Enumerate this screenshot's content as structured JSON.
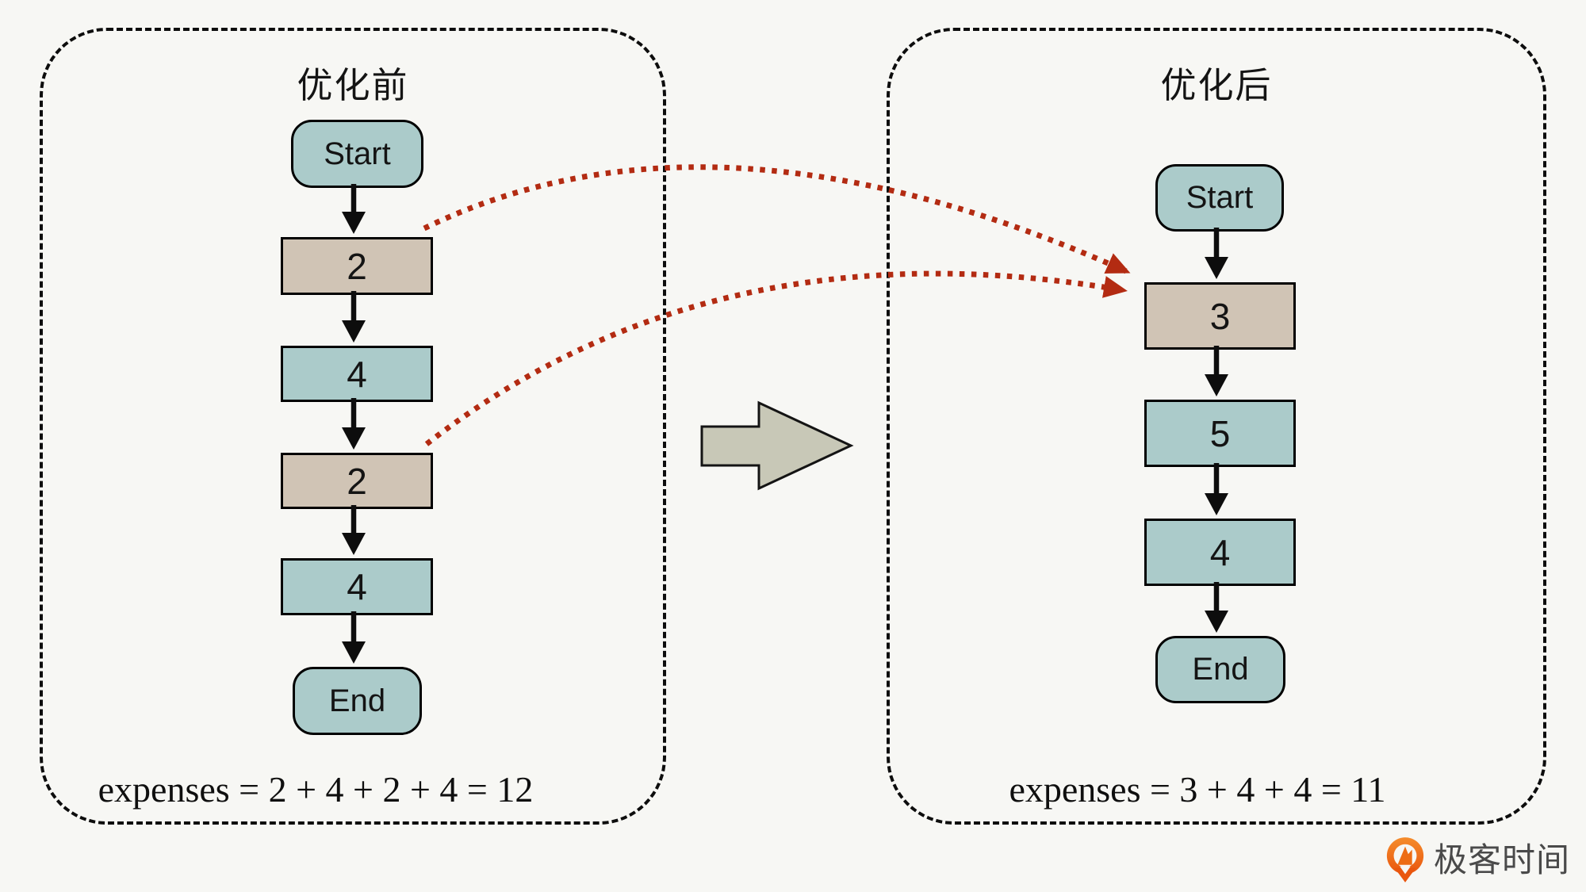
{
  "colors": {
    "background": "#f7f7f4",
    "node_teal": "#abcbca",
    "node_tan": "#d0c4b5",
    "node_border": "#000000",
    "panel_border": "#0d0d0d",
    "merge_arrow_red": "#b32b12",
    "flow_arrow_black": "#0d0d0d",
    "transform_arrow_fill": "#c8c8b7",
    "logo_orange": "#ed6c14",
    "logo_text_gray": "#4a4a4a"
  },
  "panels": [
    {
      "title": "优化前",
      "nodes": [
        {
          "label": "Start"
        },
        {
          "label": "2"
        },
        {
          "label": "4"
        },
        {
          "label": "2"
        },
        {
          "label": "4"
        },
        {
          "label": "End"
        }
      ],
      "expenses": "expenses = 2 + 4 + 2 + 4 = 12"
    },
    {
      "title": "优化后",
      "nodes": [
        {
          "label": "Start"
        },
        {
          "label": "3"
        },
        {
          "label": "5"
        },
        {
          "label": "4"
        },
        {
          "label": "End"
        }
      ],
      "expenses": "expenses = 3 + 4 + 4 = 11"
    }
  ],
  "icons": {
    "transform_arrow": "right-block-arrow",
    "logo_icon": "geektime-pin"
  },
  "logo": {
    "text": "极客时间"
  }
}
